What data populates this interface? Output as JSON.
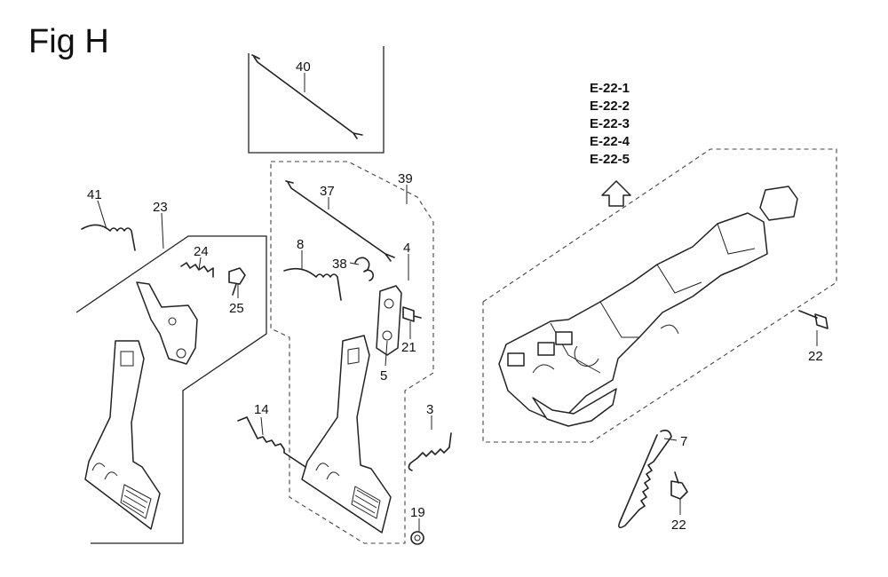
{
  "figure": {
    "title": "Fig H"
  },
  "references": [
    "E-22-1",
    "E-22-2",
    "E-22-3",
    "E-22-4",
    "E-22-5"
  ],
  "callouts": {
    "c40": "40",
    "c37": "37",
    "c39": "39",
    "c41": "41",
    "c23": "23",
    "c24": "24",
    "c25": "25",
    "c8": "8",
    "c38": "38",
    "c4": "4",
    "c21": "21",
    "c5": "5",
    "c14": "14",
    "c3": "3",
    "c19": "19",
    "c22a": "22",
    "c7": "7",
    "c22b": "22"
  }
}
